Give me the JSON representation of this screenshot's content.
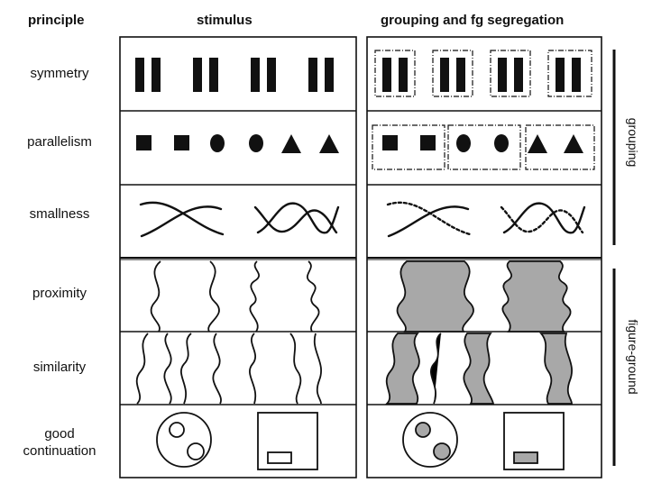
{
  "headers": {
    "principle": "principle",
    "stimulus": "stimulus",
    "grouping": "grouping and fg segregation"
  },
  "rows": [
    {
      "label": "symmetry"
    },
    {
      "label": "parallelism"
    },
    {
      "label": "smallness"
    },
    {
      "label": "proximity"
    },
    {
      "label": "similarity"
    },
    {
      "label_line1": "good",
      "label_line2": "continuation"
    }
  ],
  "side_labels": {
    "grouping": "grouping",
    "figure_ground": "figure-ground"
  },
  "colors": {
    "ink": "#111111",
    "fill_gray": "#a8a8a8"
  }
}
